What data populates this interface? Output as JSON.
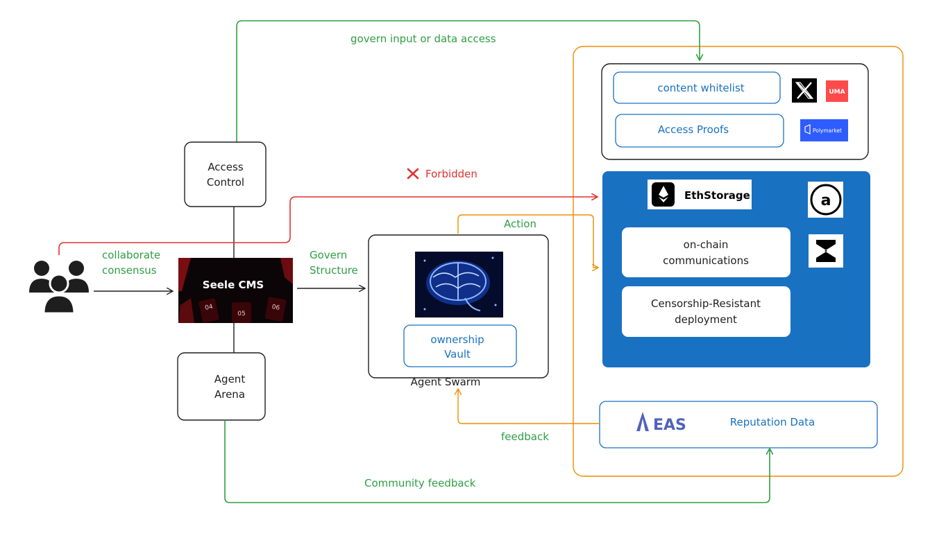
{
  "edges": {
    "govern_input": "govern input or data access",
    "forbidden": "Forbidden",
    "action": "Action",
    "collaborate": [
      "collaborate",
      "consensus"
    ],
    "govern_structure": [
      "Govern",
      "Structure"
    ],
    "feedback": "feedback",
    "community_feedback": "Community feedback"
  },
  "nodes": {
    "access_control": [
      "Access",
      "Control"
    ],
    "seele_cms": "Seele CMS",
    "seele_cms_numbers": [
      "04",
      "05",
      "06"
    ],
    "agent_arena": [
      "Agent",
      "Arena"
    ],
    "agent_swarm": "Agent Swarm",
    "ownership_vault": [
      "ownership",
      "Vault"
    ],
    "content_whitelist": "content whitelist",
    "access_proofs": "Access Proofs",
    "ethstorage": "EthStorage",
    "onchain": [
      "on-chain",
      "communications"
    ],
    "censorship": [
      "Censorship-Resistant",
      "deployment"
    ],
    "eas_logo": "EAS",
    "reputation": "Reputation Data"
  },
  "logos": {
    "x": "X",
    "uma": "UMA",
    "polymarket": "Polymarket",
    "arweave": "a"
  },
  "colors": {
    "green": "#2f9e44",
    "red": "#e03131",
    "orange": "#f08c00",
    "blue_panel": "#1971c2",
    "blue_text": "#1971c2"
  }
}
